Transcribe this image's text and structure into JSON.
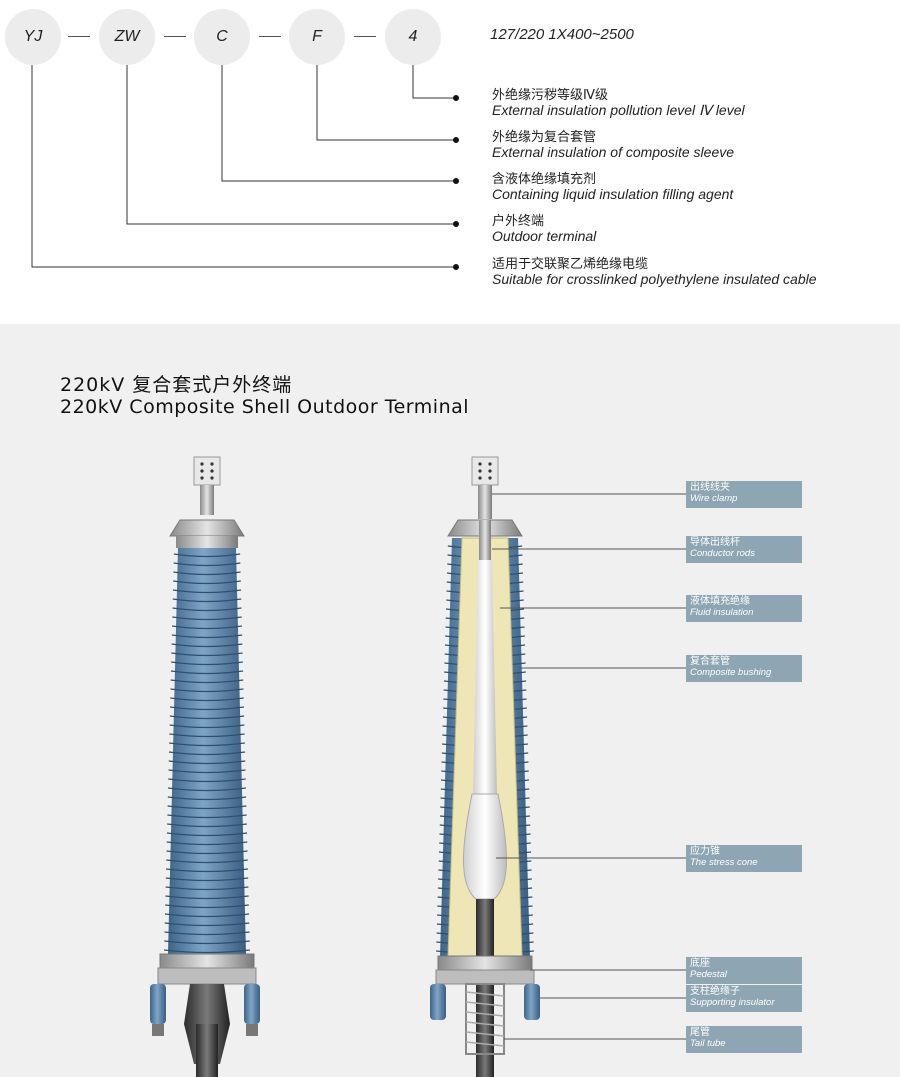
{
  "model_code": {
    "parts": [
      "YJ",
      "ZW",
      "C",
      "F",
      "4"
    ],
    "spec": "127/220  1X400~2500",
    "meanings": [
      {
        "cn": "外绝缘污秽等级Ⅳ级",
        "en": "External insulation pollution level Ⅳ level"
      },
      {
        "cn": "外绝缘为复合套管",
        "en": "External insulation of composite sleeve"
      },
      {
        "cn": "含液体绝缘填充剂",
        "en": "Containing liquid insulation filling agent"
      },
      {
        "cn": "户外终端",
        "en": "Outdoor terminal"
      },
      {
        "cn": "适用于交联聚乙烯绝缘电缆",
        "en": "Suitable for crosslinked polyethylene insulated cable"
      }
    ]
  },
  "product": {
    "title_cn": "220kV 复合套式户外终端",
    "title_en": "220kV Composite Shell Outdoor Terminal"
  },
  "components": [
    {
      "cn": "出线线夹",
      "en": "Wire clamp"
    },
    {
      "cn": "导体出线杆",
      "en": "Conductor rods"
    },
    {
      "cn": "液体填充绝缘",
      "en": "Fluid insulation"
    },
    {
      "cn": "复合套管",
      "en": "Composite bushing"
    },
    {
      "cn": "应力锥",
      "en": "The stress cone"
    },
    {
      "cn": "底座",
      "en": "Pedestal"
    },
    {
      "cn": "支柱绝缘子",
      "en": "Supporting insulator"
    },
    {
      "cn": "尾管",
      "en": "Tail tube"
    }
  ],
  "colors": {
    "bushing_blue": "#5b82a8",
    "label_box": "#8ea6b4",
    "fluid_yellow": "#efe6b8",
    "panel_bg": "#f0f0f0"
  }
}
